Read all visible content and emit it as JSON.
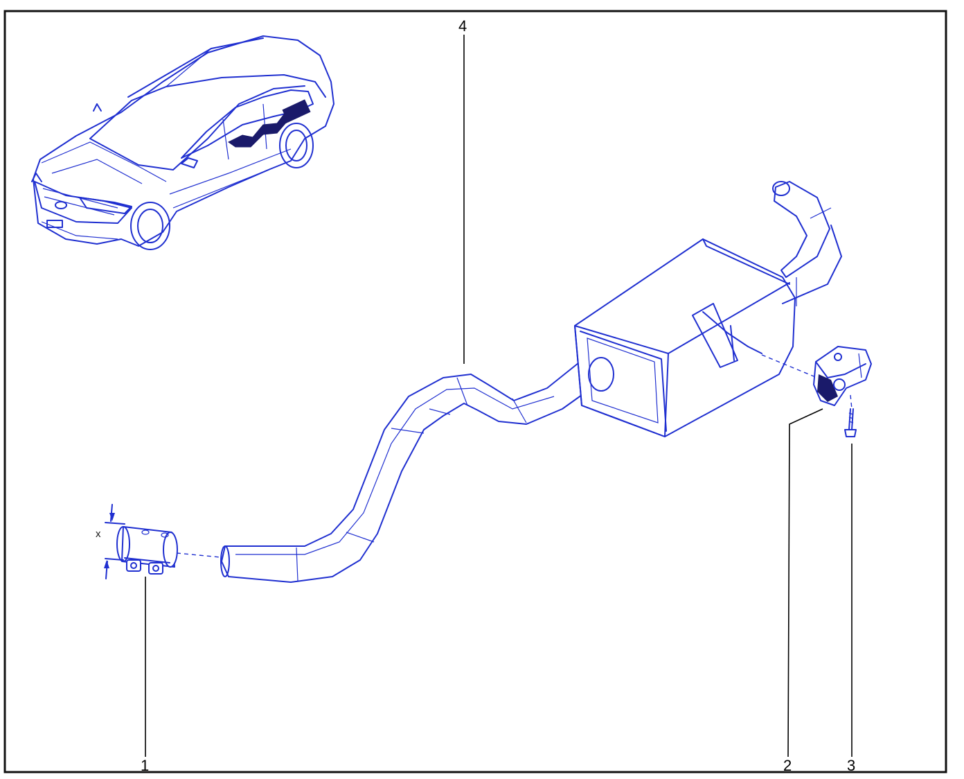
{
  "colors": {
    "line": "#1f2fd0",
    "frame": "#111111",
    "callout": "#000000"
  },
  "callouts": [
    {
      "id": "1",
      "label": "1"
    },
    {
      "id": "2",
      "label": "2"
    },
    {
      "id": "3",
      "label": "3"
    },
    {
      "id": "4",
      "label": "4"
    }
  ],
  "dimension_label": "x"
}
